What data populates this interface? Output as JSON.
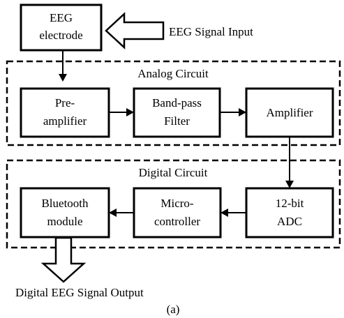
{
  "diagram": {
    "input_label": "EEG Signal Input",
    "output_label": "Digital EEG Signal Output",
    "caption": "(a)",
    "groups": {
      "analog": "Analog Circuit",
      "digital": "Digital Circuit"
    },
    "blocks": {
      "electrode": [
        "EEG",
        "electrode"
      ],
      "preamp": [
        "Pre-",
        "amplifier"
      ],
      "bandpass": [
        "Band-pass",
        "Filter"
      ],
      "amplifier": [
        "Amplifier"
      ],
      "adc": [
        "12-bit",
        "ADC"
      ],
      "micro": [
        "Micro-",
        "controller"
      ],
      "bluetooth": [
        "Bluetooth",
        "module"
      ]
    }
  }
}
